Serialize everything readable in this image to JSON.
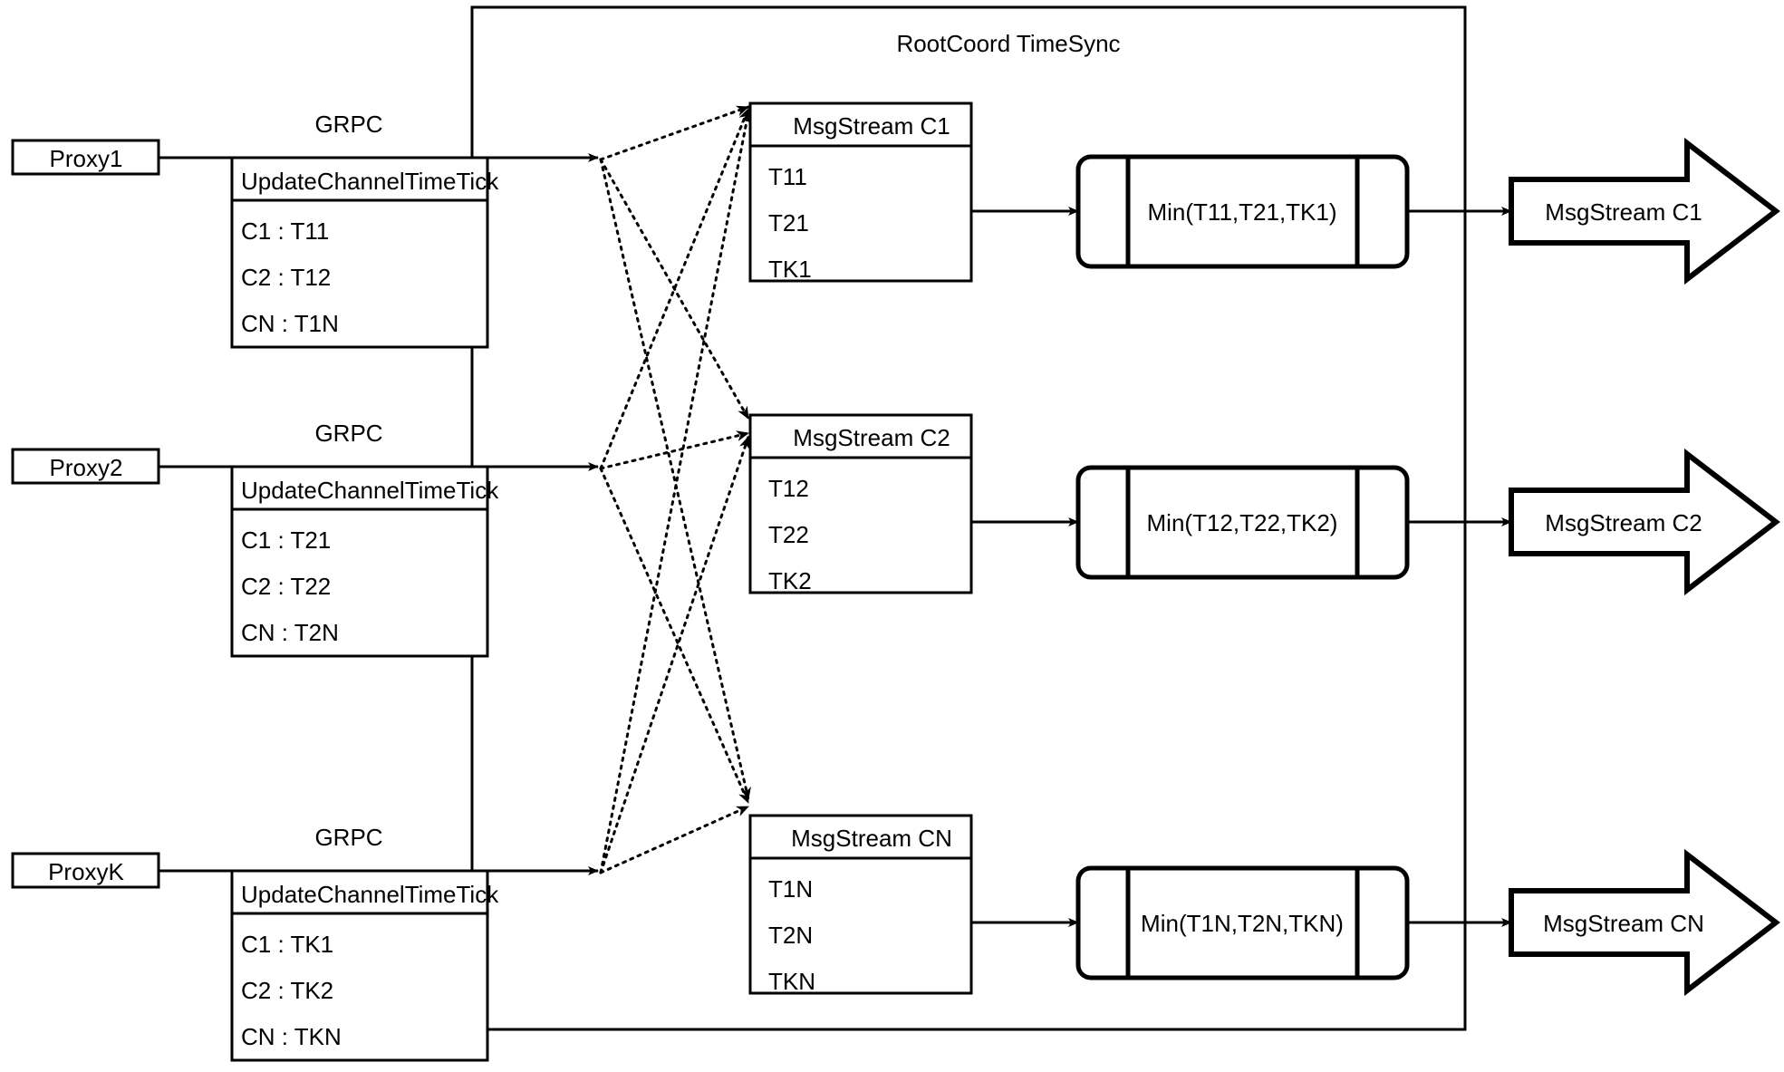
{
  "diagram": {
    "title": "RootCoord TimeSync",
    "type": "flowchart",
    "background": "#ffffff",
    "stroke": "#000000"
  },
  "proxies": [
    {
      "name": "Proxy1",
      "link_label": "GRPC",
      "request": {
        "header": "UpdateChannelTimeTick",
        "rows": [
          "C1 :  T11",
          "C2 :  T12",
          "CN : T1N"
        ]
      }
    },
    {
      "name": "Proxy2",
      "link_label": "GRPC",
      "request": {
        "header": "UpdateChannelTimeTick",
        "rows": [
          "C1 :  T21",
          "C2 :  T22",
          "CN : T2N"
        ]
      }
    },
    {
      "name": "ProxyK",
      "link_label": "GRPC",
      "request": {
        "header": "UpdateChannelTimeTick",
        "rows": [
          "C1 :  TK1",
          "C2 :  TK2",
          "CN : TKN"
        ]
      }
    }
  ],
  "channels": [
    {
      "stream": {
        "header": "MsgStream C1",
        "rows": [
          "T11",
          "T21",
          "TK1"
        ]
      },
      "process": {
        "label": "Min(T11,T21,TK1)"
      },
      "output": {
        "label": "MsgStream C1"
      }
    },
    {
      "stream": {
        "header": "MsgStream C2",
        "rows": [
          "T12",
          "T22",
          "TK2"
        ]
      },
      "process": {
        "label": "Min(T12,T22,TK2)"
      },
      "output": {
        "label": "MsgStream C2"
      }
    },
    {
      "stream": {
        "header": "MsgStream CN",
        "rows": [
          "T1N",
          "T2N",
          "TKN"
        ]
      },
      "process": {
        "label": "Min(T1N,T2N,TKN)"
      },
      "output": {
        "label": "MsgStream CN"
      }
    }
  ]
}
